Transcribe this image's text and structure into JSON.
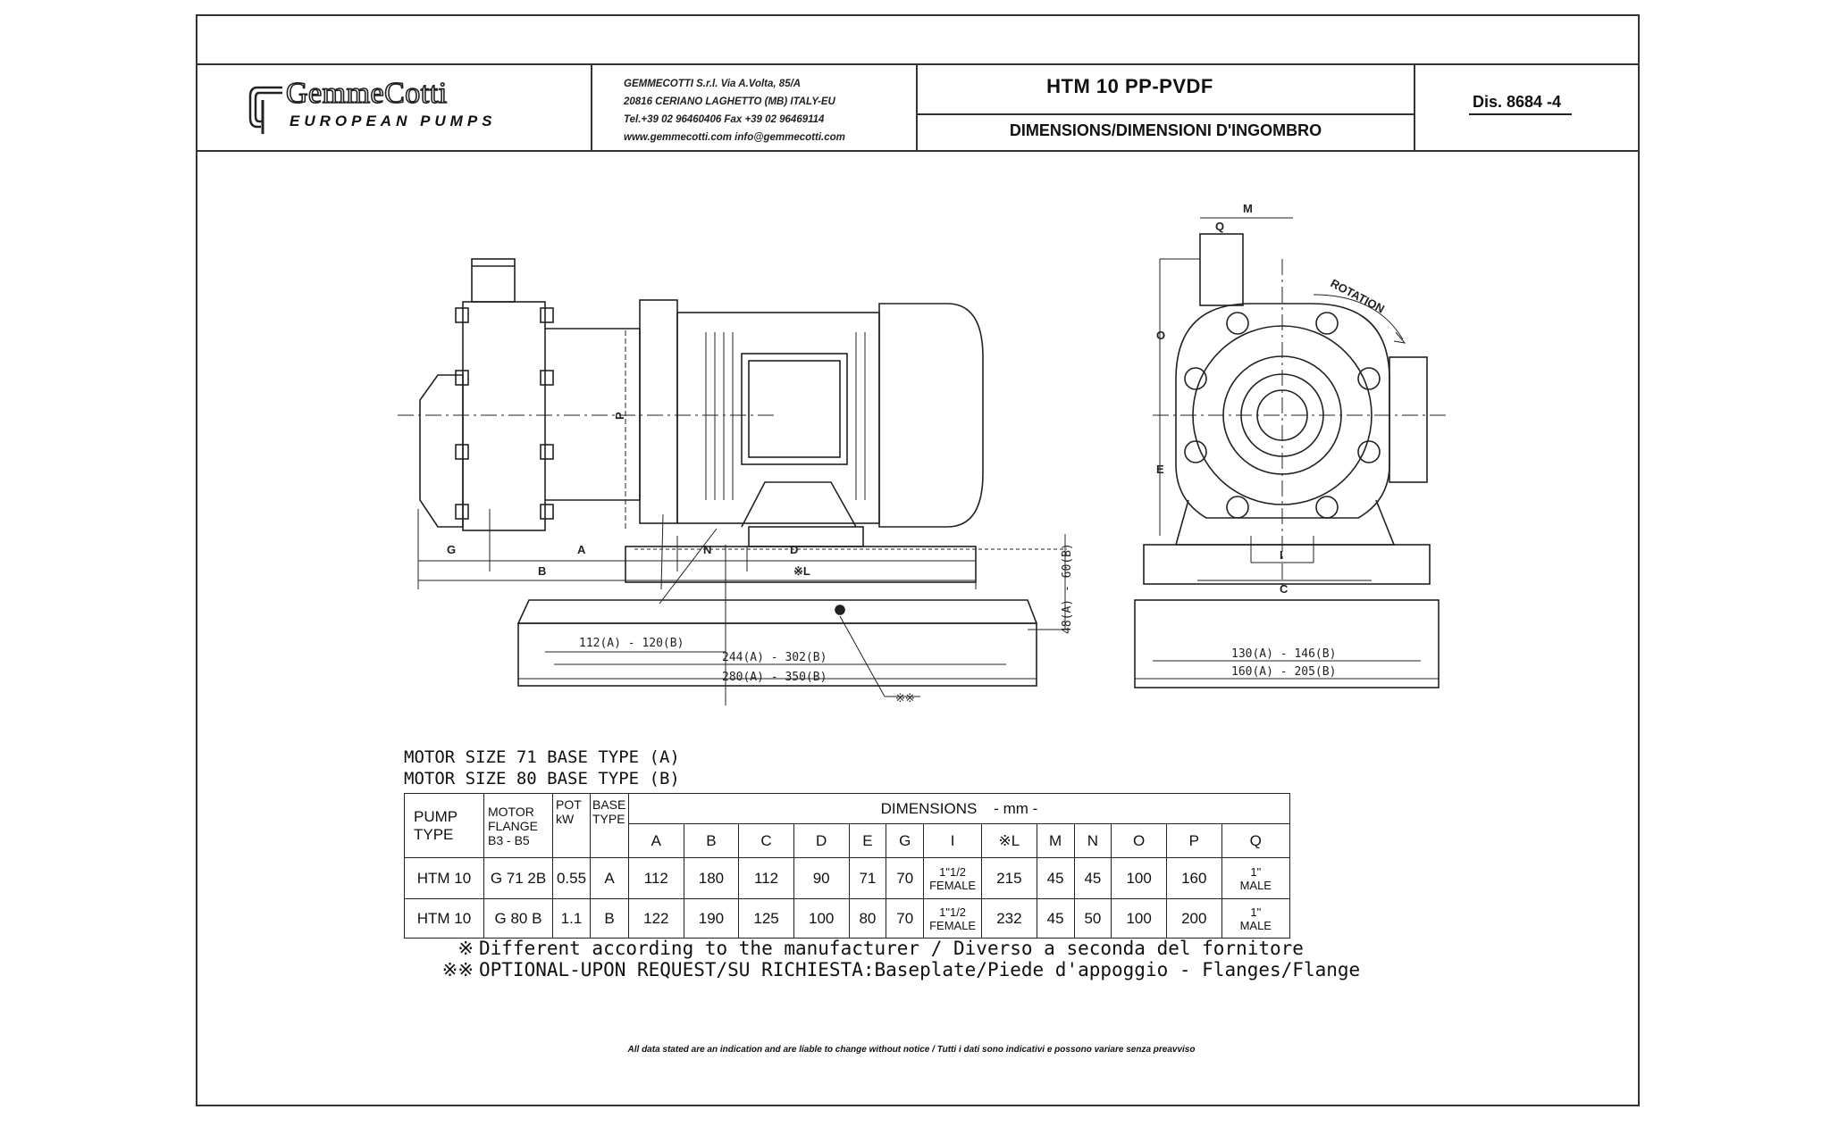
{
  "header": {
    "logo_name": "GemmeCotti",
    "logo_tagline": "EUROPEAN PUMPS",
    "company_lines": [
      "GEMMECOTTI S.r.l. Via A.Volta, 85/A",
      "20816 CERIANO LAGHETTO (MB) ITALY-EU",
      "Tel.+39 02 96460406 Fax +39 02 96469114",
      "www.gemmecotti.com info@gemmecotti.com"
    ],
    "model": "HTM 10 PP-PVDF",
    "subtitle": "DIMENSIONS/DIMENSIONI D'INGOMBRO",
    "drawing_number": "Dis. 8684 -4"
  },
  "drawing": {
    "side_labels": {
      "G": "G",
      "A": "A",
      "N": "N",
      "D": "D",
      "B": "B",
      "L": "※L",
      "P": "P"
    },
    "side_dims": {
      "base_short": "112(A) - 120(B)",
      "base_mid": "244(A) - 302(B)",
      "base_long": "280(A) - 350(B)",
      "height": "48(A) - 60(B)",
      "optional_mark": "※※"
    },
    "front_labels": {
      "M": "M",
      "Q": "Q",
      "O": "O",
      "E": "E",
      "I": "I",
      "C": "C",
      "rotation": "ROTATION"
    },
    "front_dims": {
      "base_mid": "130(A) - 146(B)",
      "base_long": "160(A) - 205(B)"
    },
    "colors": {
      "line": "#222222",
      "background": "#ffffff"
    }
  },
  "motor_lines": [
    "MOTOR SIZE 71 BASE TYPE (A)",
    "MOTOR SIZE 80 BASE TYPE (B)"
  ],
  "table": {
    "h_pump": [
      "PUMP",
      "TYPE"
    ],
    "h_flange": [
      "MOTOR",
      "FLANGE",
      "B3 - B5"
    ],
    "h_pot": [
      "POT",
      "kW"
    ],
    "h_base": [
      "BASE",
      "TYPE"
    ],
    "h_dims": "DIMENSIONS    - mm -",
    "dim_cols": [
      "A",
      "B",
      "C",
      "D",
      "E",
      "G",
      "I",
      "※L",
      "M",
      "N",
      "O",
      "P",
      "Q"
    ],
    "rows": [
      {
        "pump": "HTM 10",
        "flange": "G 71 2B",
        "pot": "0.55",
        "base": "A",
        "A": "112",
        "B": "180",
        "C": "112",
        "D": "90",
        "E": "71",
        "G": "70",
        "I1": "1\"1/2",
        "I2": "FEMALE",
        "L": "215",
        "M": "45",
        "N": "45",
        "O": "100",
        "P": "160",
        "Q1": "1\"",
        "Q2": "MALE"
      },
      {
        "pump": "HTM 10",
        "flange": "G 80 B",
        "pot": "1.1",
        "base": "B",
        "A": "122",
        "B": "190",
        "C": "125",
        "D": "100",
        "E": "80",
        "G": "70",
        "I1": "1\"1/2",
        "I2": "FEMALE",
        "L": "232",
        "M": "45",
        "N": "50",
        "O": "100",
        "P": "200",
        "Q1": "1\"",
        "Q2": "MALE"
      }
    ]
  },
  "notes": [
    {
      "mark": "※",
      "text": "Different according to the manufacturer / Diverso a seconda del fornitore"
    },
    {
      "mark": "※※",
      "text": "OPTIONAL-UPON REQUEST/SU RICHIESTA:Baseplate/Piede d'appoggio - Flanges/Flange"
    }
  ],
  "disclaimer": "All data stated are an indication and are liable to change without notice  / Tutti i dati sono indicativi e possono variare senza preavviso"
}
